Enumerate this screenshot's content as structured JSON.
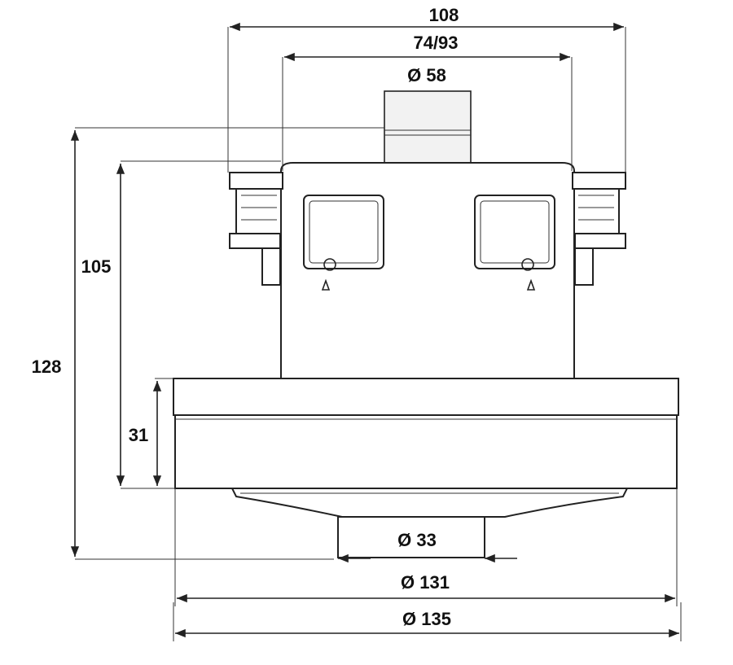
{
  "dimensions": {
    "overall_width": "108",
    "flange_width": "74/93",
    "shaft_diameter": "Ø 58",
    "total_height": "128",
    "body_height": "105",
    "fan_height": "31",
    "outlet_diameter": "Ø 33",
    "fan_inner_diameter": "Ø 131",
    "fan_outer_diameter": "Ø 135"
  }
}
